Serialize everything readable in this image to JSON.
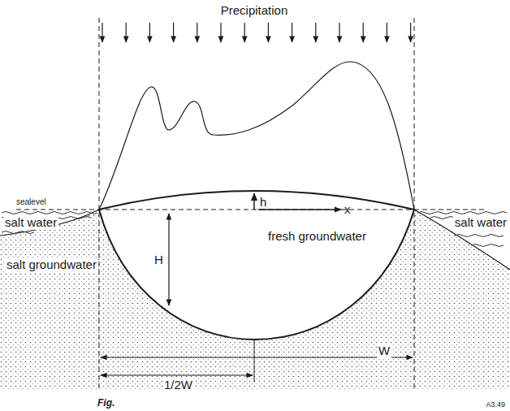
{
  "diagram": {
    "labels": [
      "Precipitation",
      "sealevel",
      "salt water",
      "h",
      "x",
      "salt water",
      "H",
      "fresh groundwater",
      "salt groundwater",
      "W",
      "1/2W",
      "Fig.",
      "A3.49"
    ]
  }
}
